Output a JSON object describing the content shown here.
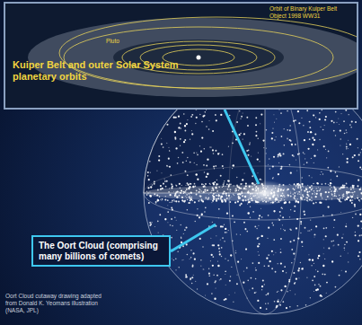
{
  "diagram": {
    "nodes": [
      {
        "text": [
          "Kuiper Belt and outer Solar System planetary orbits"
        ]
      },
      {
        "text": [
          "The Oort Cloud (comprising many billions of comets)"
        ]
      }
    ],
    "labels": [
      "Orbit of Binary Kuiper Belt Object 1998 WW31",
      "Pluto",
      "Oort Cloud cutaway drawing adapted from Donald K. Yeomans illustration (NASA, JPL)"
    ]
  }
}
